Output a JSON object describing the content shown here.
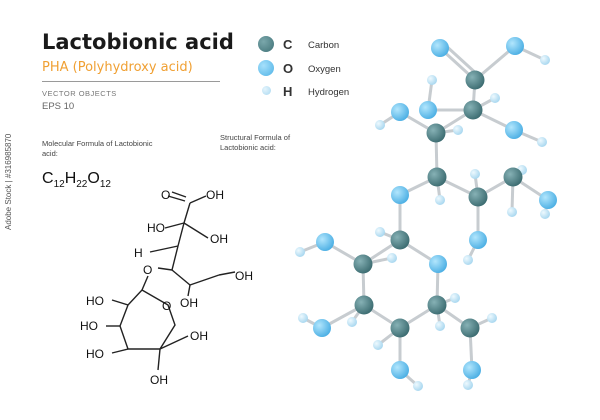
{
  "title": "Lactobionic acid",
  "subtitle": "PHA  (Polyhydroxy acid)",
  "vector_objects": "VECTOR OBJECTS",
  "eps": "EPS 10",
  "molecular_heading": "Molecular Formula of Lactobionic acid:",
  "structural_heading": "Structural  Formula of Lactobionic acid:",
  "formula": {
    "C": "C",
    "c_n": "12",
    "H": "H",
    "h_n": "22",
    "O": "O",
    "o_n": "12"
  },
  "legend": [
    {
      "symbol": "C",
      "name": "Carbon",
      "color": "#4b7f84"
    },
    {
      "symbol": "O",
      "name": "Oxygen",
      "color": "#62bde9"
    },
    {
      "symbol": "H",
      "name": "Hydrogen",
      "color": "#b8dff2"
    }
  ],
  "watermark": "Adobe Stock | #316985870",
  "labels": {
    "oh": "OH",
    "ho": "HO",
    "o": "O",
    "h": "H"
  }
}
